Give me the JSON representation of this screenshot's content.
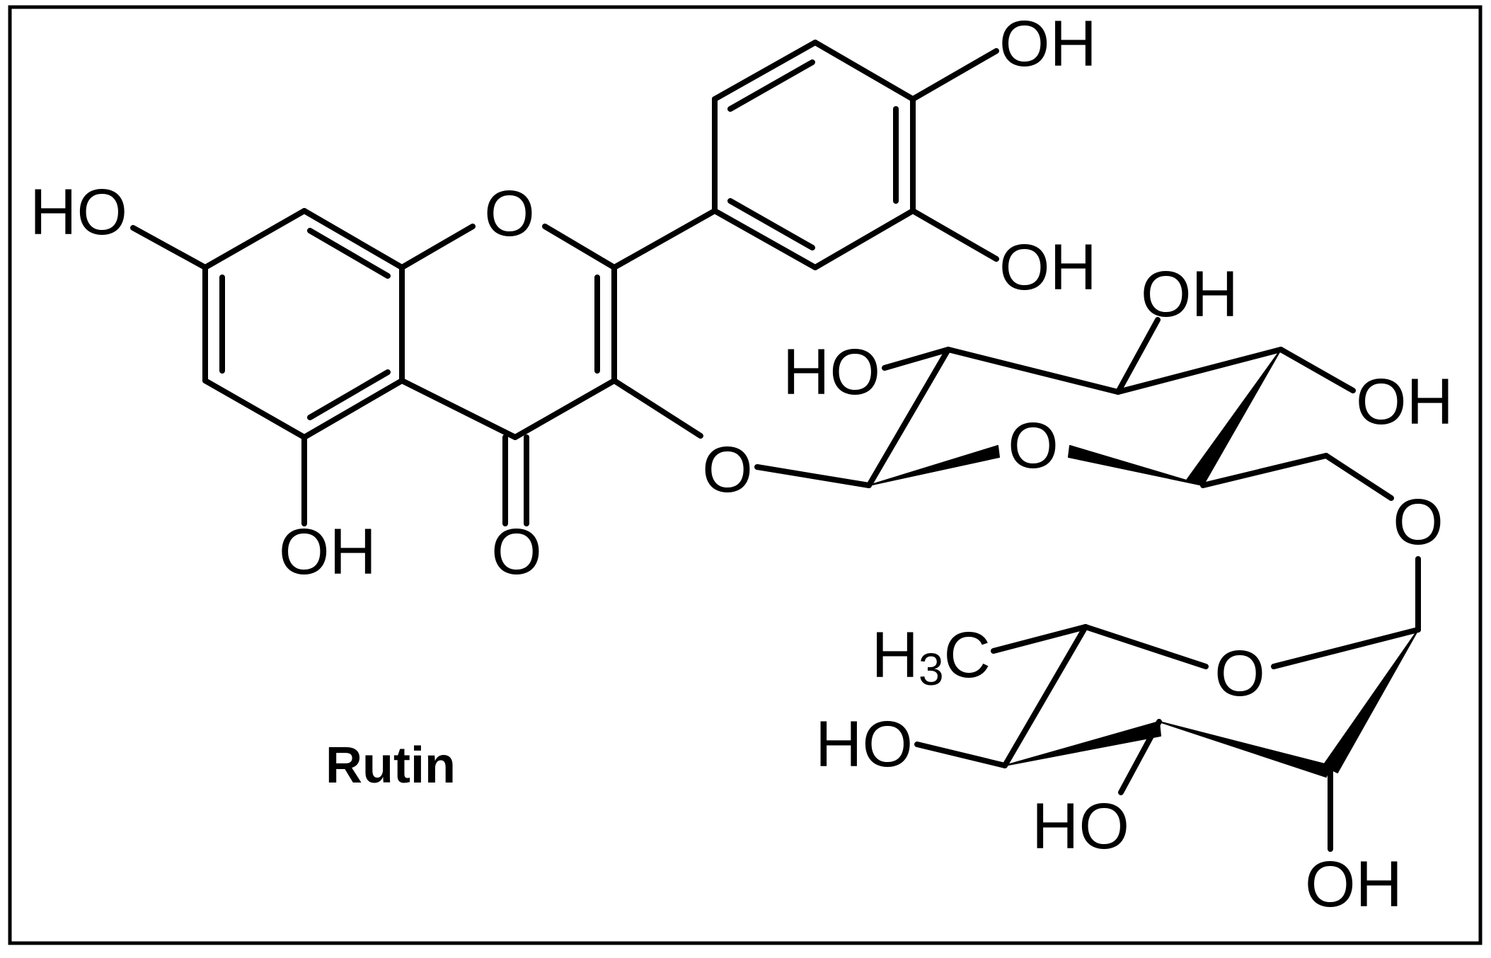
{
  "compound_name": "Rutin",
  "atom_labels": {
    "oh": "OH",
    "ho": "HO",
    "o": "O",
    "h": "H",
    "sub_3": "3",
    "c": "C"
  },
  "colors": {
    "ink": "#000000",
    "background": "#ffffff"
  }
}
